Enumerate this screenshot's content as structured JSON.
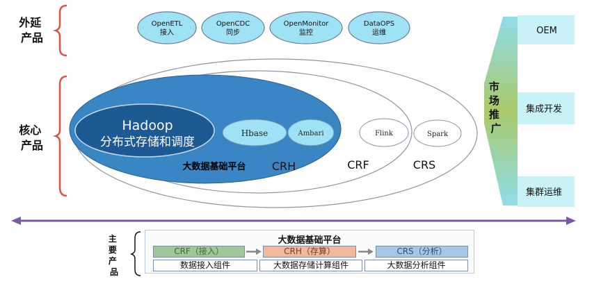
{
  "colors": {
    "bracket": "#d9534f",
    "cyan_ellipse": "#9fe1f5",
    "crh_fill": "#3a86c4",
    "hadoop_fill": "#1d5a94",
    "market_cyan": "#c8f2f6",
    "crf_green": "#9fc79a",
    "crh_orange": "#f3b79a",
    "crs_blue": "#a8c6e6",
    "axis_arrow": "#7b5aa0"
  },
  "peripheral": {
    "label": "外延产品",
    "items": [
      {
        "name": "OpenETL",
        "sub": "接入"
      },
      {
        "name": "OpenCDC",
        "sub": "同步"
      },
      {
        "name": "OpenMonitor",
        "sub": "监控"
      },
      {
        "name": "DataOPS",
        "sub": "运维"
      }
    ]
  },
  "core": {
    "label": "核心产品",
    "hadoop_title": "Hadoop",
    "hadoop_sub": "分布式存储和调度",
    "hbase": "Hbase",
    "ambari": "Ambari",
    "flink": "Flink",
    "spark": "Spark",
    "platform_label": "大数据基础平台",
    "crh": "CRH",
    "crf": "CRF",
    "crs": "CRS"
  },
  "market": {
    "label": "市场推广",
    "oem": "OEM",
    "integration": "集成开发",
    "cluster_ops": "集群运维"
  },
  "main_products": {
    "label": "主要产品",
    "panel_title": "大数据基础平台",
    "crf": "CRF（接入）",
    "crh": "CRH（存算）",
    "crs": "CRS（分析）",
    "crf_desc": "数据接入组件",
    "crh_desc": "大数据存储计算组件",
    "crs_desc": "大数据分析组件"
  }
}
